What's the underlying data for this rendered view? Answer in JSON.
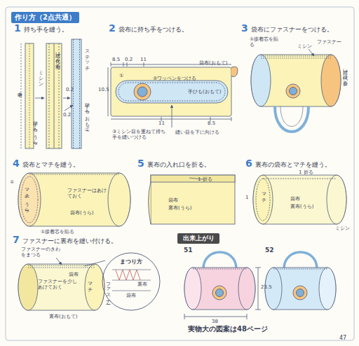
{
  "diagram": {
    "title": "作り方（2点共通）",
    "caption": "実物大の図案は48ページ",
    "nodes": [
      {
        "text": [
          "出来上がり"
        ]
      },
      {
        "text": [
          "まつり方"
        ]
      }
    ],
    "labels": [
      "1",
      "持ち手を縫う。",
      "2",
      "袋布に持ち手をつける。",
      "3",
      "袋布にファスナーをつける。",
      "縫い代を割る",
      "中表",
      "ミシン",
      "手ひも(うら)",
      "0.2",
      "ステッチ",
      "0.2",
      "手ひも(おもて)",
      "8.5",
      "0.2",
      "11",
      "袋布(おもて)",
      "10.5",
      "①",
      "②ワッペンをつける",
      "手ひも(おもて)",
      "11",
      "8.5",
      "③ミシン目を重ねて持ち手を縫いつける",
      "縫い目を下に向ける",
      "①接着芯を貼る",
      "ミシン",
      "ファスナー",
      "縫い代は折る",
      "4",
      "袋布とマチを縫う。",
      "5",
      "裏布の入れ口を折る。",
      "6",
      "裏布の袋布とマチを縫う。",
      "①",
      "マチ(うら)",
      "ファスナーはあけておく",
      "袋布(うら)",
      "①接着芯を貼る",
      "1 折る",
      "袋布",
      "裏布(うら)",
      "1 折る",
      "ミシン",
      "マチ",
      "袋布",
      "裏布(うら)",
      "1",
      "7",
      "ファスナーに裏布を縫い付ける。",
      "ファスナーのきわをまつる",
      "ファスナーを少しあけておく",
      "袋布",
      "マチ",
      "裏布(おもて)",
      "ファスナー",
      "袋布",
      "裏布",
      "51",
      "52",
      "23.5",
      "38",
      "47"
    ]
  }
}
